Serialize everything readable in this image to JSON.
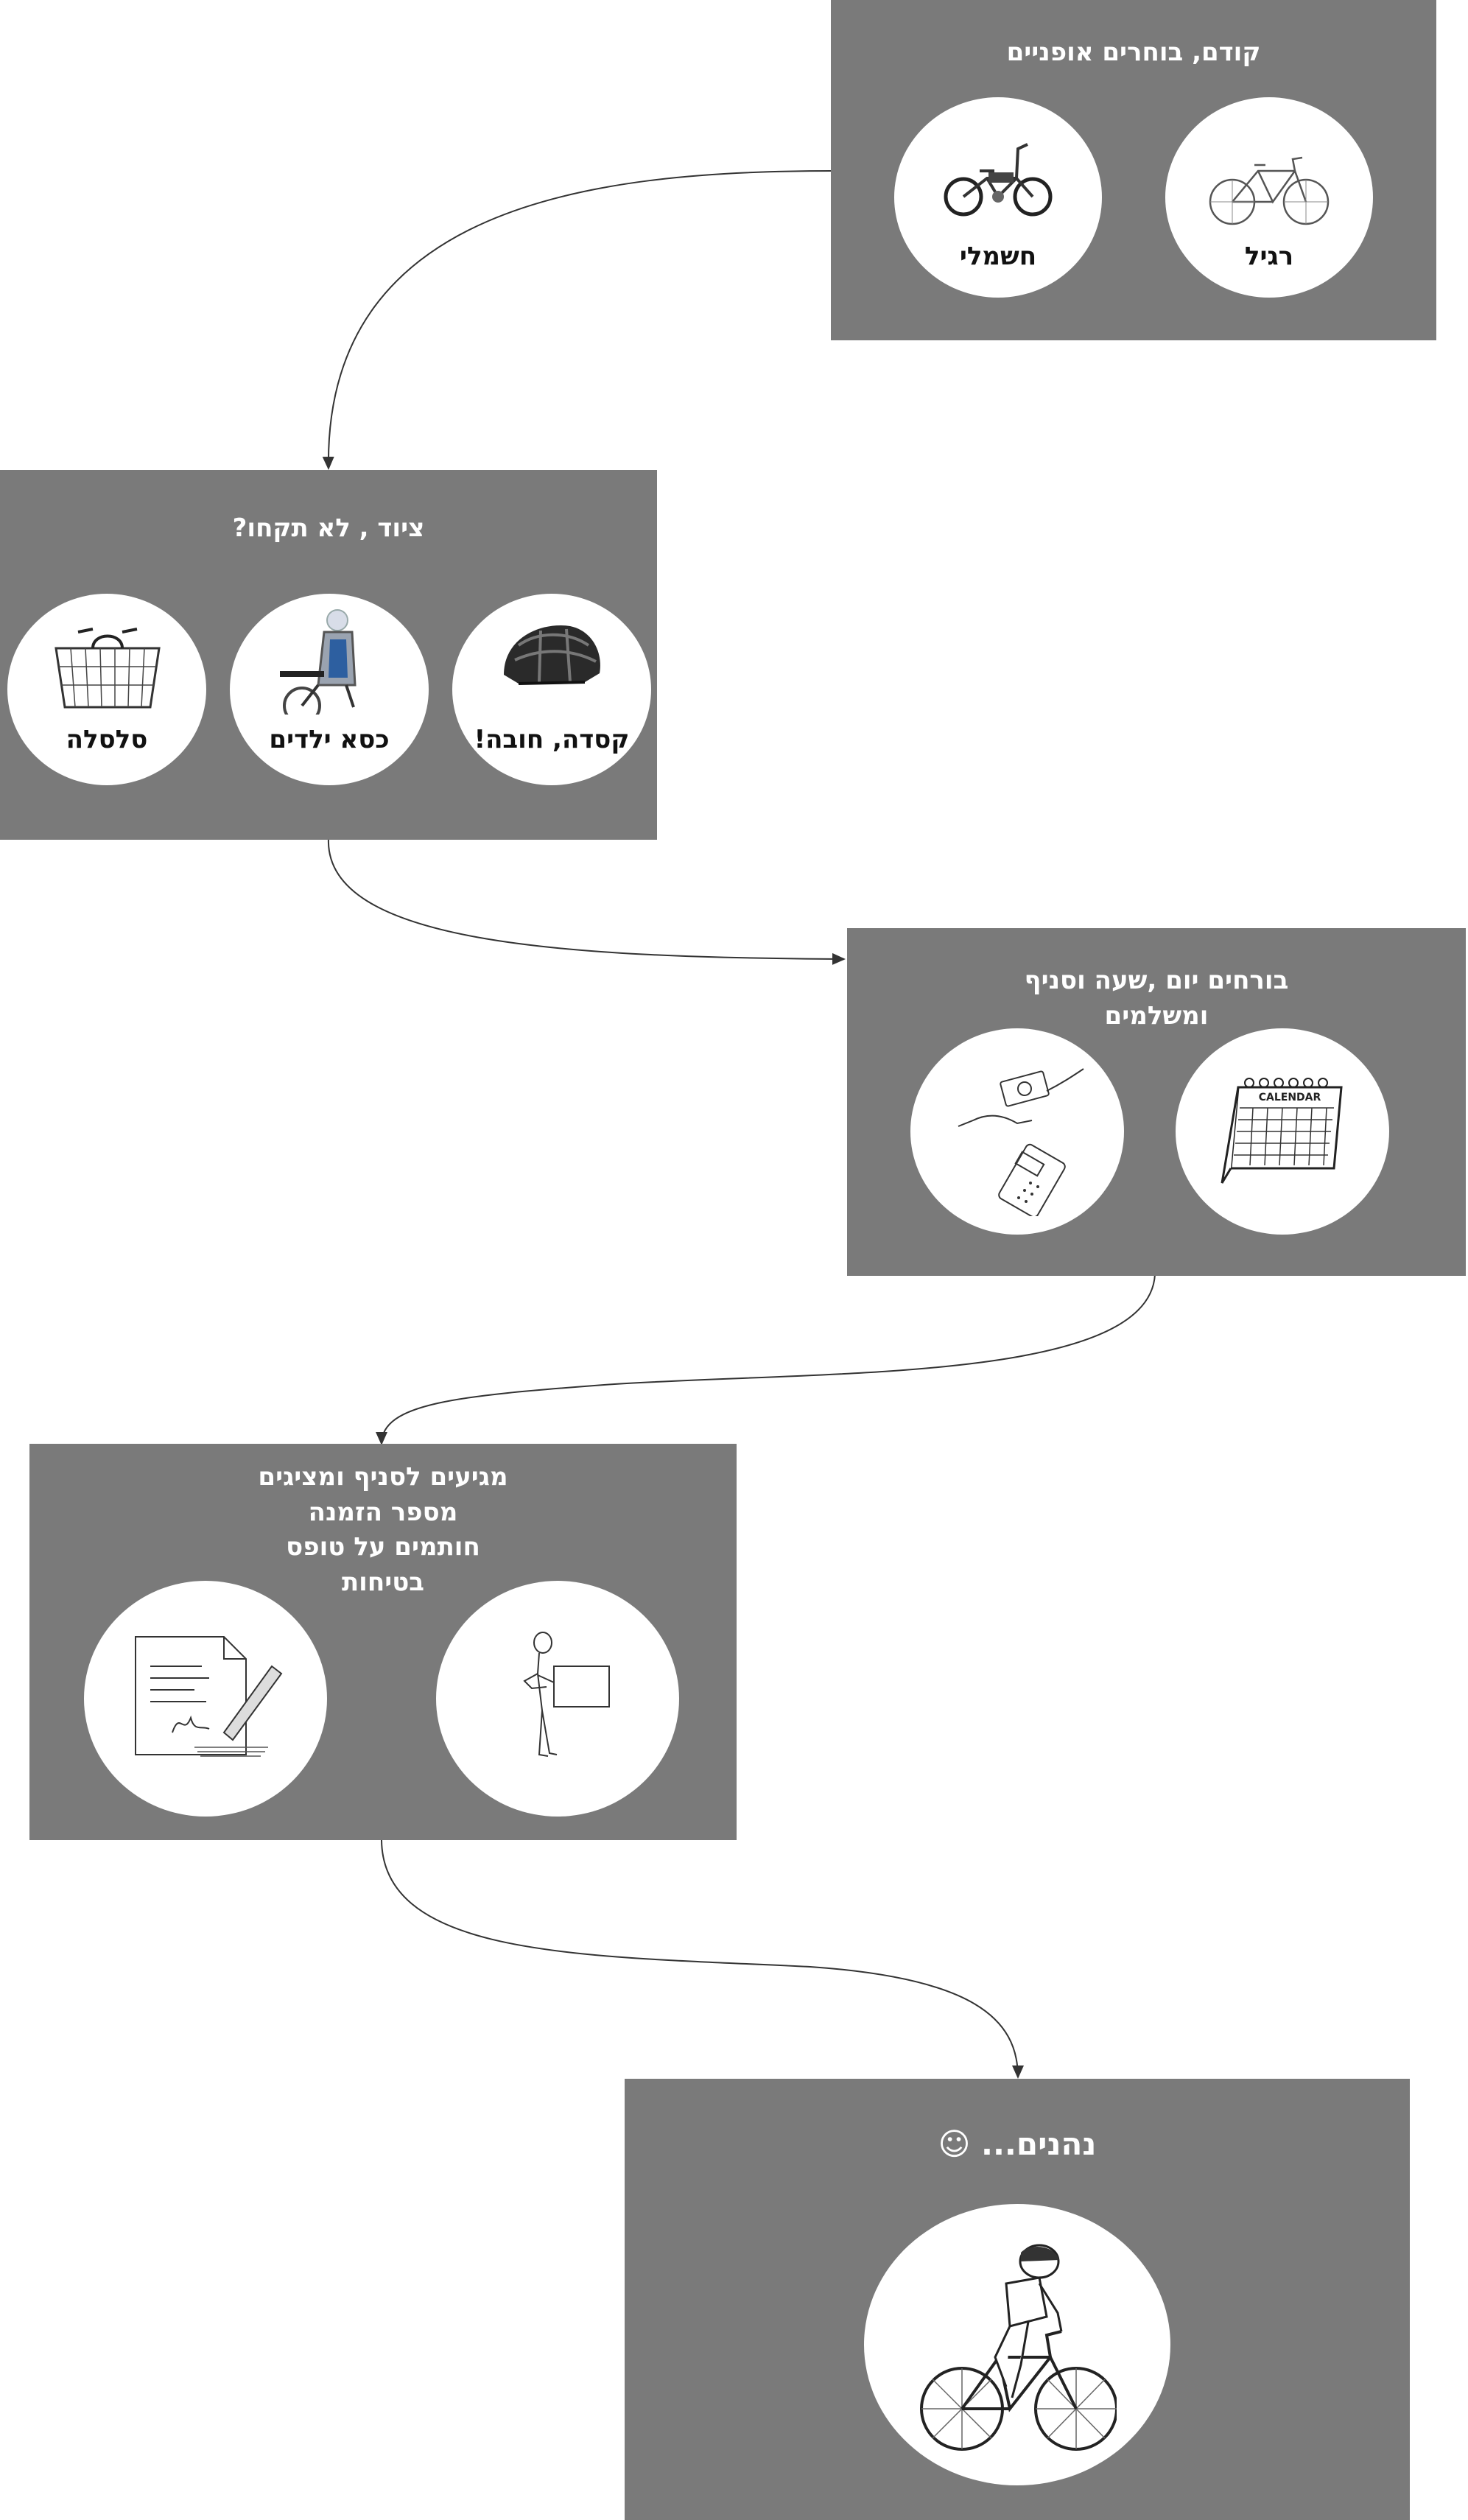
{
  "steps": {
    "bikes": {
      "title": "קודם, בוחרים אופניים",
      "options": [
        {
          "label": "רגיל",
          "icon": "bicycle-icon"
        },
        {
          "label": "חשמלי",
          "icon": "electric-bike-icon"
        }
      ]
    },
    "equipment": {
      "title": "ציוד , לא תקחו?",
      "options": [
        {
          "label": "קסדה, חובה!",
          "icon": "helmet-icon"
        },
        {
          "label": "כסא ילדים",
          "icon": "child-seat-icon"
        },
        {
          "label": "סלסלה",
          "icon": "basket-icon"
        }
      ]
    },
    "booking": {
      "title_lines": [
        "בורחים יום ,שעה וסניף",
        "ומשלמים"
      ],
      "icons": [
        "calendar-icon",
        "payment-icon"
      ],
      "calendar_text": "CALENDAR"
    },
    "branch": {
      "title_lines": [
        "מגיעים לסניף ומציגים",
        "מספר הזמנה",
        "חותמים על טופס",
        "בטיחות"
      ],
      "icons": [
        "person-with-sign-icon",
        "signed-document-icon"
      ]
    },
    "enjoy": {
      "title": "נהנים... ☺",
      "icon": "cyclist-icon"
    }
  }
}
